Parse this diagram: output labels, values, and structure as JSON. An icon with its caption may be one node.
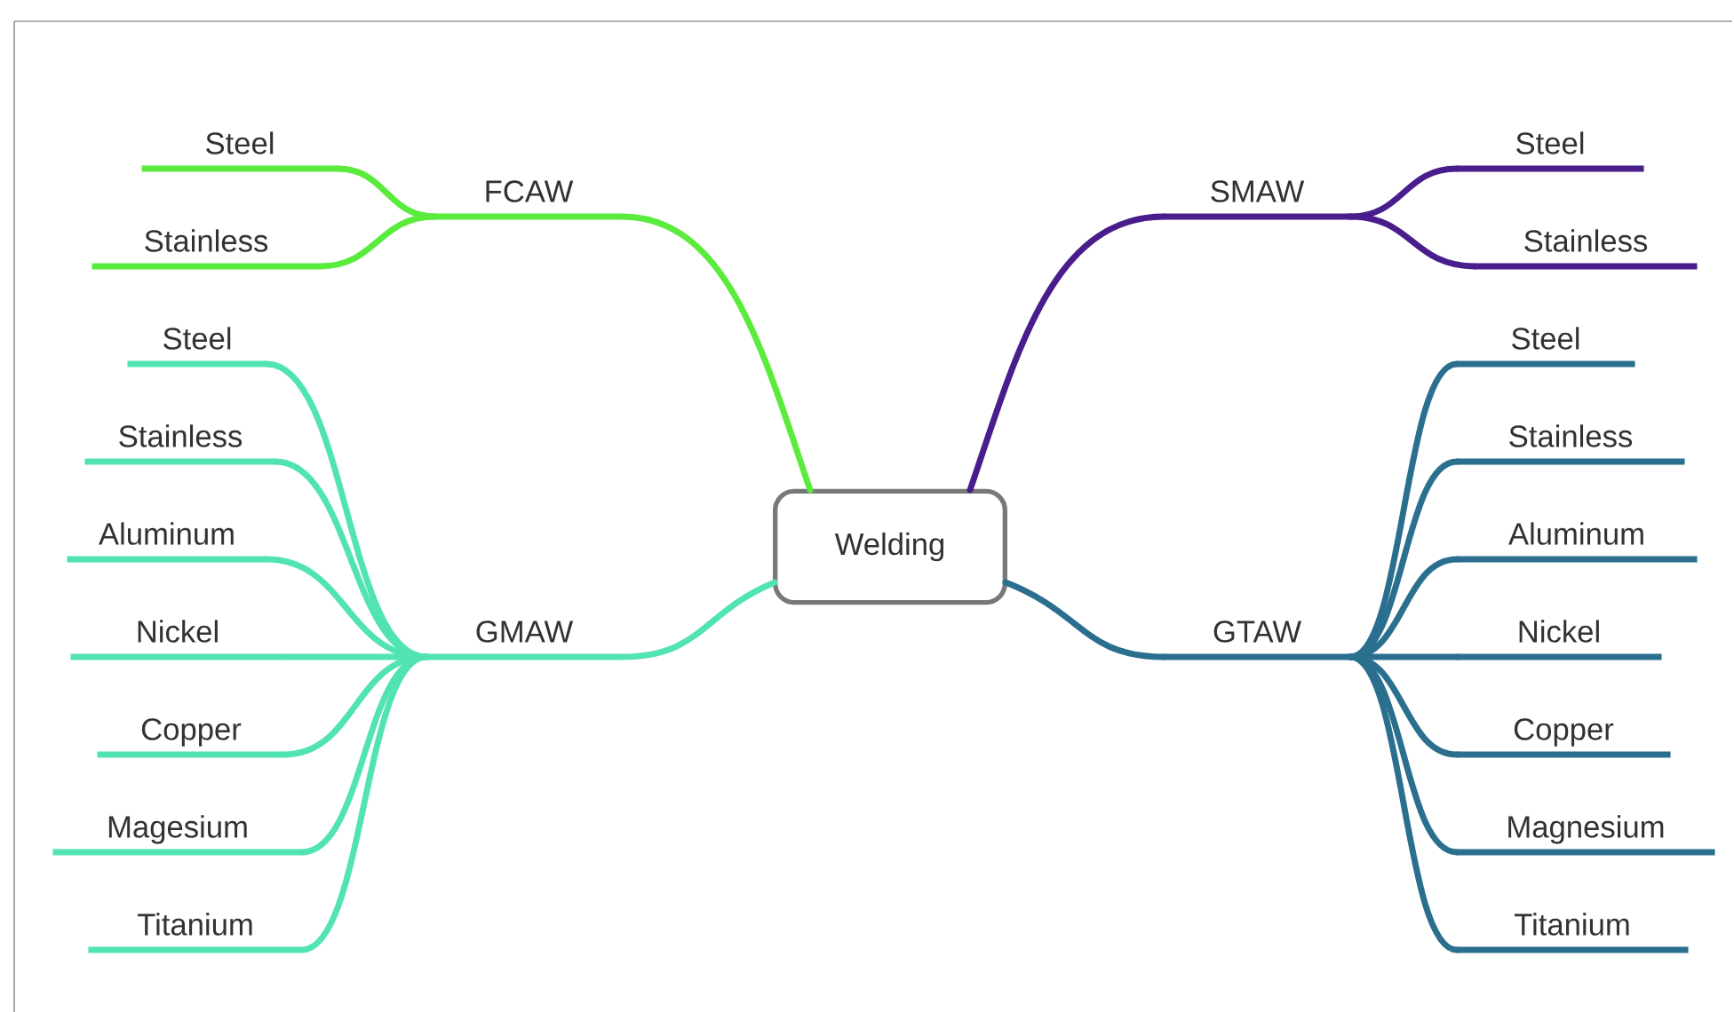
{
  "diagram": {
    "nodes": [
      {
        "text": [
          "Welding"
        ]
      },
      {
        "text": [
          "FCAW"
        ]
      },
      {
        "text": [
          "Steel"
        ]
      },
      {
        "text": [
          "Stainless"
        ]
      },
      {
        "text": [
          "SMAW"
        ]
      },
      {
        "text": [
          "Steel"
        ]
      },
      {
        "text": [
          "Stainless"
        ]
      },
      {
        "text": [
          "GMAW"
        ]
      },
      {
        "text": [
          "Steel"
        ]
      },
      {
        "text": [
          "Stainless"
        ]
      },
      {
        "text": [
          "Aluminum"
        ]
      },
      {
        "text": [
          "Nickel"
        ]
      },
      {
        "text": [
          "Copper"
        ]
      },
      {
        "text": [
          "Magesium"
        ]
      },
      {
        "text": [
          "Titanium"
        ]
      },
      {
        "text": [
          "GTAW"
        ]
      },
      {
        "text": [
          "Steel"
        ]
      },
      {
        "text": [
          "Stainless"
        ]
      },
      {
        "text": [
          "Aluminum"
        ]
      },
      {
        "text": [
          "Nickel"
        ]
      },
      {
        "text": [
          "Copper"
        ]
      },
      {
        "text": [
          "Magnesium"
        ]
      },
      {
        "text": [
          "Titanium"
        ]
      }
    ],
    "edges": [
      {
        "from": 0,
        "to": 1,
        "arrow": "none",
        "color": "#5aeb3c"
      },
      {
        "from": 1,
        "to": 2,
        "arrow": "none",
        "color": "#5aeb3c"
      },
      {
        "from": 1,
        "to": 3,
        "arrow": "none",
        "color": "#5aeb3c"
      },
      {
        "from": 0,
        "to": 4,
        "arrow": "none",
        "color": "#4a1d8c"
      },
      {
        "from": 4,
        "to": 5,
        "arrow": "none",
        "color": "#4a1d8c"
      },
      {
        "from": 4,
        "to": 6,
        "arrow": "none",
        "color": "#4a1d8c"
      },
      {
        "from": 0,
        "to": 7,
        "arrow": "none",
        "color": "#52e3b5"
      },
      {
        "from": 7,
        "to": 8,
        "arrow": "none",
        "color": "#52e3b5"
      },
      {
        "from": 7,
        "to": 9,
        "arrow": "none",
        "color": "#52e3b5"
      },
      {
        "from": 7,
        "to": 10,
        "arrow": "none",
        "color": "#52e3b5"
      },
      {
        "from": 7,
        "to": 11,
        "arrow": "none",
        "color": "#52e3b5"
      },
      {
        "from": 7,
        "to": 12,
        "arrow": "none",
        "color": "#52e3b5"
      },
      {
        "from": 7,
        "to": 13,
        "arrow": "none",
        "color": "#52e3b5"
      },
      {
        "from": 7,
        "to": 14,
        "arrow": "none",
        "color": "#52e3b5"
      },
      {
        "from": 0,
        "to": 15,
        "arrow": "none",
        "color": "#2b6f8f"
      },
      {
        "from": 15,
        "to": 16,
        "arrow": "none",
        "color": "#2b6f8f"
      },
      {
        "from": 15,
        "to": 17,
        "arrow": "none",
        "color": "#2b6f8f"
      },
      {
        "from": 15,
        "to": 18,
        "arrow": "none",
        "color": "#2b6f8f"
      },
      {
        "from": 15,
        "to": 19,
        "arrow": "none",
        "color": "#2b6f8f"
      },
      {
        "from": 15,
        "to": 20,
        "arrow": "none",
        "color": "#2b6f8f"
      },
      {
        "from": 15,
        "to": 21,
        "arrow": "none",
        "color": "#2b6f8f"
      },
      {
        "from": 15,
        "to": 22,
        "arrow": "none",
        "color": "#2b6f8f"
      }
    ]
  }
}
